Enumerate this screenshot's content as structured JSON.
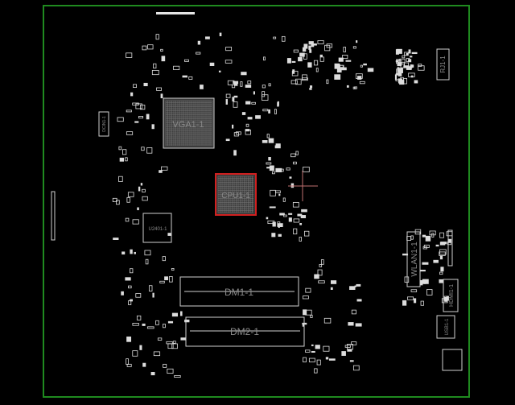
{
  "board": {
    "outline_color": "#1f8a1f",
    "highlight_color": "#d02020",
    "cursor_color": "#c07070",
    "selected_component": "CPU1-1",
    "components": [
      {
        "id": "vga",
        "label": "VGA1-1"
      },
      {
        "id": "cpu",
        "label": "CPU1-1"
      },
      {
        "id": "u2401",
        "label": "U2401-1"
      },
      {
        "id": "dm1",
        "label": "DM1-1"
      },
      {
        "id": "dm2",
        "label": "DM2-1"
      },
      {
        "id": "rj1",
        "label": "RJ1-1"
      },
      {
        "id": "wlan",
        "label": "WLAN1-1"
      },
      {
        "id": "hdmi",
        "label": "HDMI1-1"
      },
      {
        "id": "usb",
        "label": "USB1-1"
      },
      {
        "id": "dcin",
        "label": "DCIN1-1"
      }
    ]
  }
}
